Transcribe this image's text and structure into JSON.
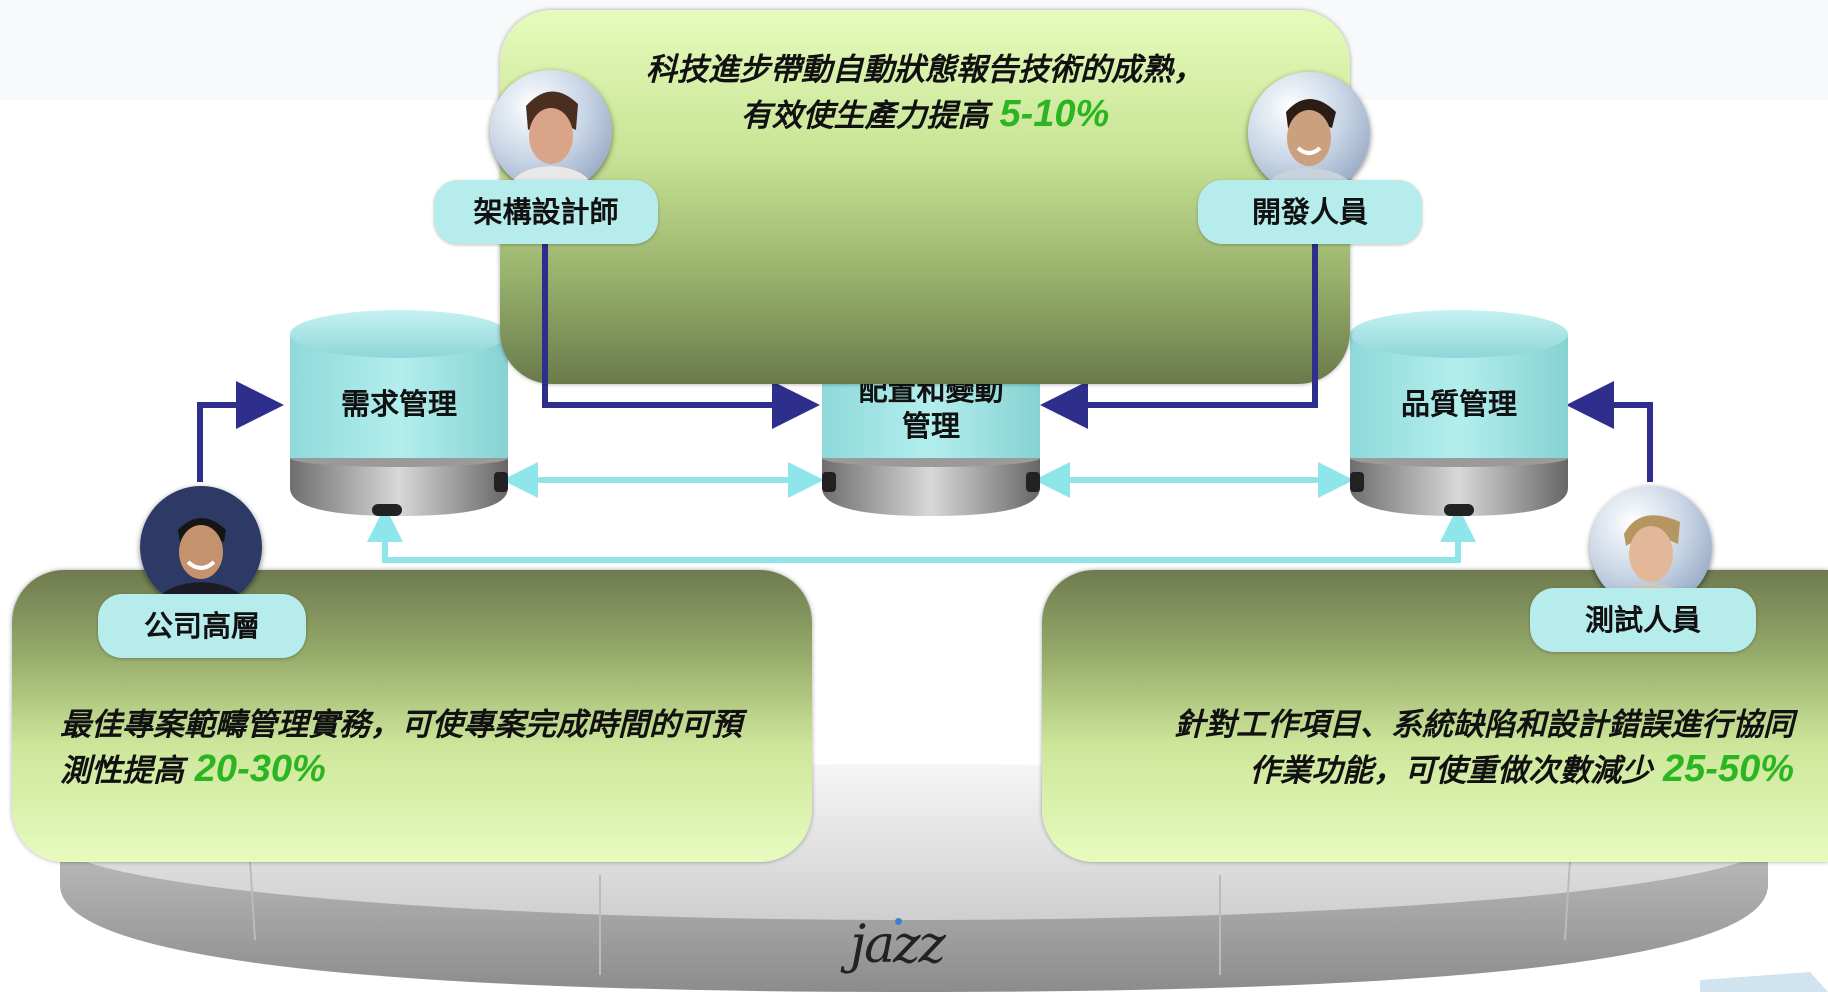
{
  "top_box": {
    "line1": "科技進步帶動自動狀態報告技術的成熟，",
    "line2_prefix": "有效使生產力提高",
    "line2_pct": "5-10%"
  },
  "left_box": {
    "line1": "最佳專案範疇管理實務，可使專案完成時間的可預",
    "line2_prefix": "測性提高",
    "line2_pct": "20-30%"
  },
  "right_box": {
    "line1": "針對工作項目、系統缺陷和設計錯誤進行協同",
    "line2_prefix": "作業功能，可使重做次數減少",
    "line2_pct": "25-50%"
  },
  "roles": {
    "architect": "架構設計師",
    "developer": "開發人員",
    "executive": "公司高層",
    "tester": "測試人員"
  },
  "repositories": {
    "requirements": "需求管理",
    "config_line1": "配置和變動",
    "config_line2": "管理",
    "quality": "品質管理"
  },
  "logo_text": "jazz",
  "colors": {
    "arrow_dark": "#2e2f8c",
    "arrow_light": "#8fe6ea",
    "percent_green": "#2bb521",
    "label_bg": "#b7ecec"
  }
}
